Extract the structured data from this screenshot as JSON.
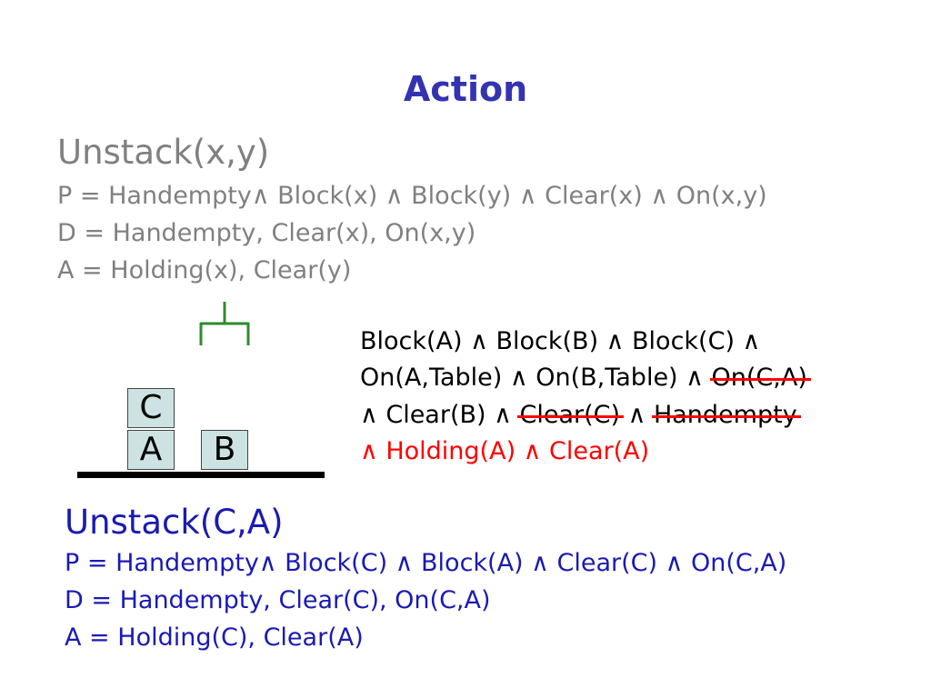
{
  "title": "Action",
  "generic": {
    "name": "Unstack(x,y)",
    "pre_label": "P =",
    "pre": "Handempty∧ Block(x) ∧ Block(y) ∧ Clear(x) ∧ On(x,y)",
    "del_label": "D =",
    "del": "Handempty, Clear(x), On(x,y)",
    "add_label": "A =",
    "add": "Holding(x), Clear(y)"
  },
  "blocks": {
    "top": "C",
    "bottom_left": "A",
    "bottom_right": "B"
  },
  "state": {
    "line1": "Block(A) ∧ Block(B) ∧ Block(C) ∧",
    "line2_kept": "On(A,Table) ∧ On(B,Table) ∧ ",
    "line2_struck": "On(C,A)",
    "line3_prefix": "∧ Clear(B) ∧ ",
    "line3_struck1": "Clear(C)",
    "line3_mid": " ∧ ",
    "line3_struck2": "Handempty",
    "line4_added": "∧  Holding(A) ∧ Clear(A)"
  },
  "instance": {
    "name": "Unstack(C,A)",
    "pre_label": "P =",
    "pre": "Handempty∧ Block(C) ∧ Block(A) ∧ Clear(C) ∧  On(C,A)",
    "del_label": "D =",
    "del": "Handempty, Clear(C), On(C,A)",
    "add_label": "A =",
    "add": "Holding(C), Clear(A)"
  },
  "colors": {
    "title": "#3333b2",
    "generic": "#808080",
    "instance": "#1a1ab3",
    "added": "#ff0000",
    "strike": "#ff0000",
    "gripper": "#2e8b2e"
  }
}
